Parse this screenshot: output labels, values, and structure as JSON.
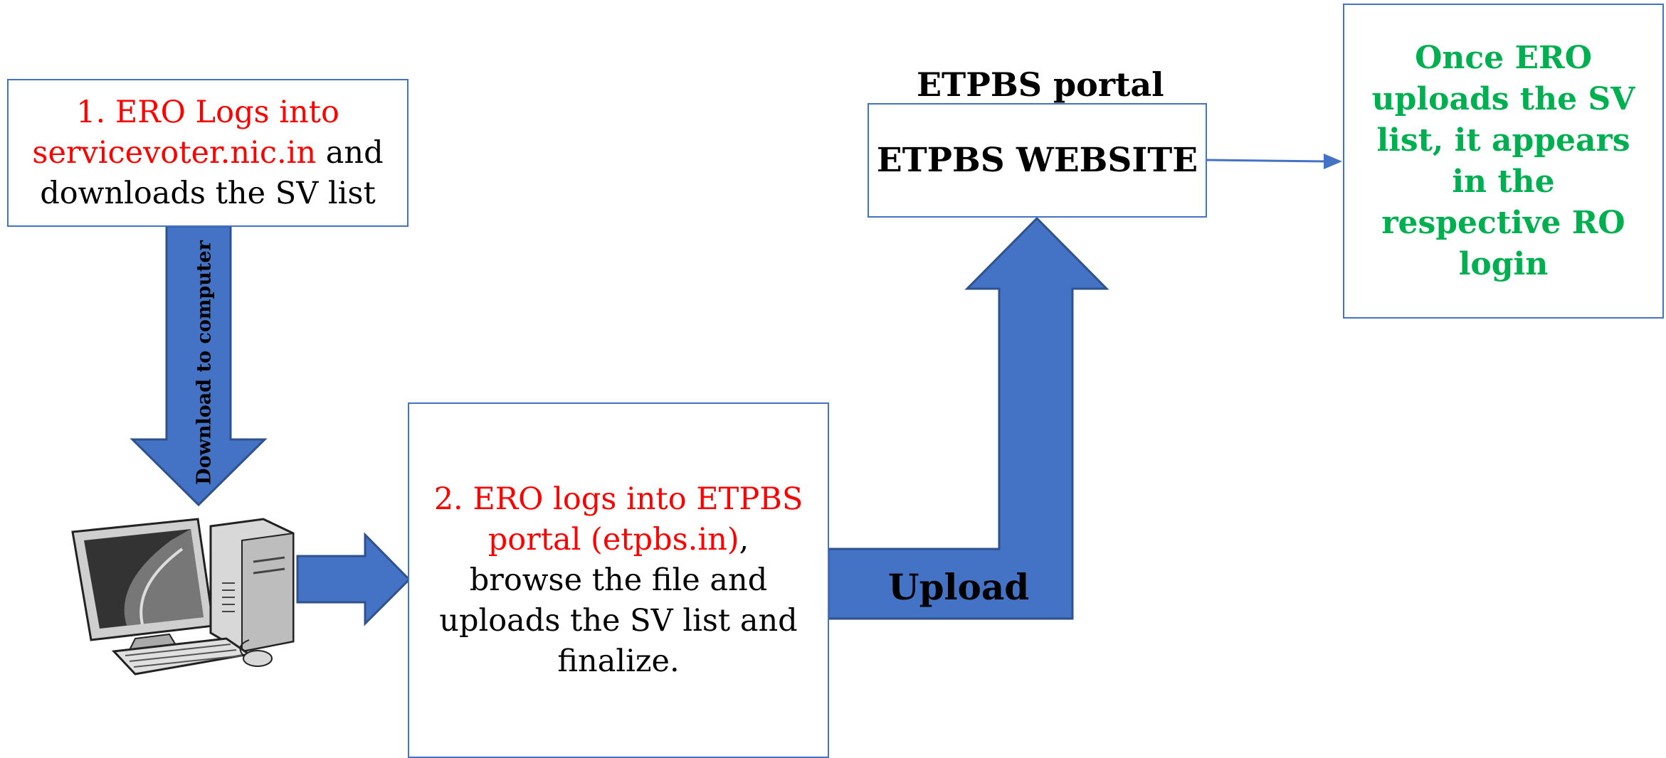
{
  "step1": {
    "number": "1.",
    "text_red_1": "ERO Logs into",
    "link": "servicevoter.nic.in",
    "text_black_1": "and",
    "text_black_2": "downloads the SV list"
  },
  "download_arrow_label": "Download to computer",
  "step2": {
    "text_red_1": "2. ERO logs into ETPBS",
    "text_red_2": "portal (etpbs.in)",
    "comma": ",",
    "line3": "browse the file and",
    "line4": "uploads the SV list and",
    "line5": "finalize."
  },
  "upload_label": "Upload",
  "portal_heading": "ETPBS portal",
  "website_label": "ETPBS WEBSITE",
  "result": {
    "line1": "Once ERO",
    "line2": "uploads the SV",
    "line3": "list, it appears",
    "line4": "in the",
    "line5": "respective RO",
    "line6": "login"
  },
  "colors": {
    "arrow_fill": "#4472c4",
    "arrow_stroke": "#2f528f",
    "box_border": "#4472c4",
    "red_text": "#ff0000",
    "green_text": "#00b050"
  },
  "icons": [
    "desktop-computer-icon"
  ]
}
